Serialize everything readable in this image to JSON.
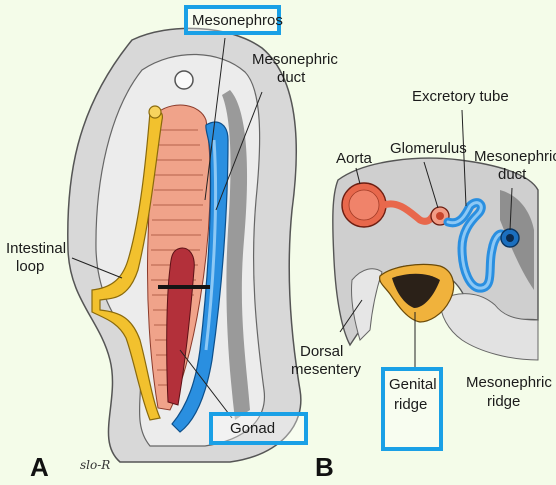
{
  "labels": {
    "mesonephros": "Mesonephros",
    "mesonephric_duct_a_1": "Mesonephric",
    "mesonephric_duct_a_2": "duct",
    "intestinal_loop_1": "Intestinal",
    "intestinal_loop_2": "loop",
    "gonad": "Gonad",
    "excretory_tube": "Excretory tube",
    "glomerulus": "Glomerulus",
    "mesonephric_duct_b_1": "Mesonephric",
    "mesonephric_duct_b_2": "duct",
    "aorta": "Aorta",
    "dorsal_mesentery_1": "Dorsal",
    "dorsal_mesentery_2": "mesentery",
    "genital_ridge_1": "Genital",
    "genital_ridge_2": "ridge",
    "mesonephric_ridge_1": "Mesonephric",
    "mesonephric_ridge_2": "ridge"
  },
  "panels": {
    "a": "A",
    "b": "B"
  },
  "signature": "slo-R",
  "colors": {
    "background": "#f4fce9",
    "highlight_box": "#1aa0e6",
    "mesonephric_duct": "#2a8fe0",
    "gonad": "#b3303a",
    "intestine": "#f2c12e",
    "mesonephros": "#f0a38a",
    "tissue": "#c9c9c9"
  }
}
